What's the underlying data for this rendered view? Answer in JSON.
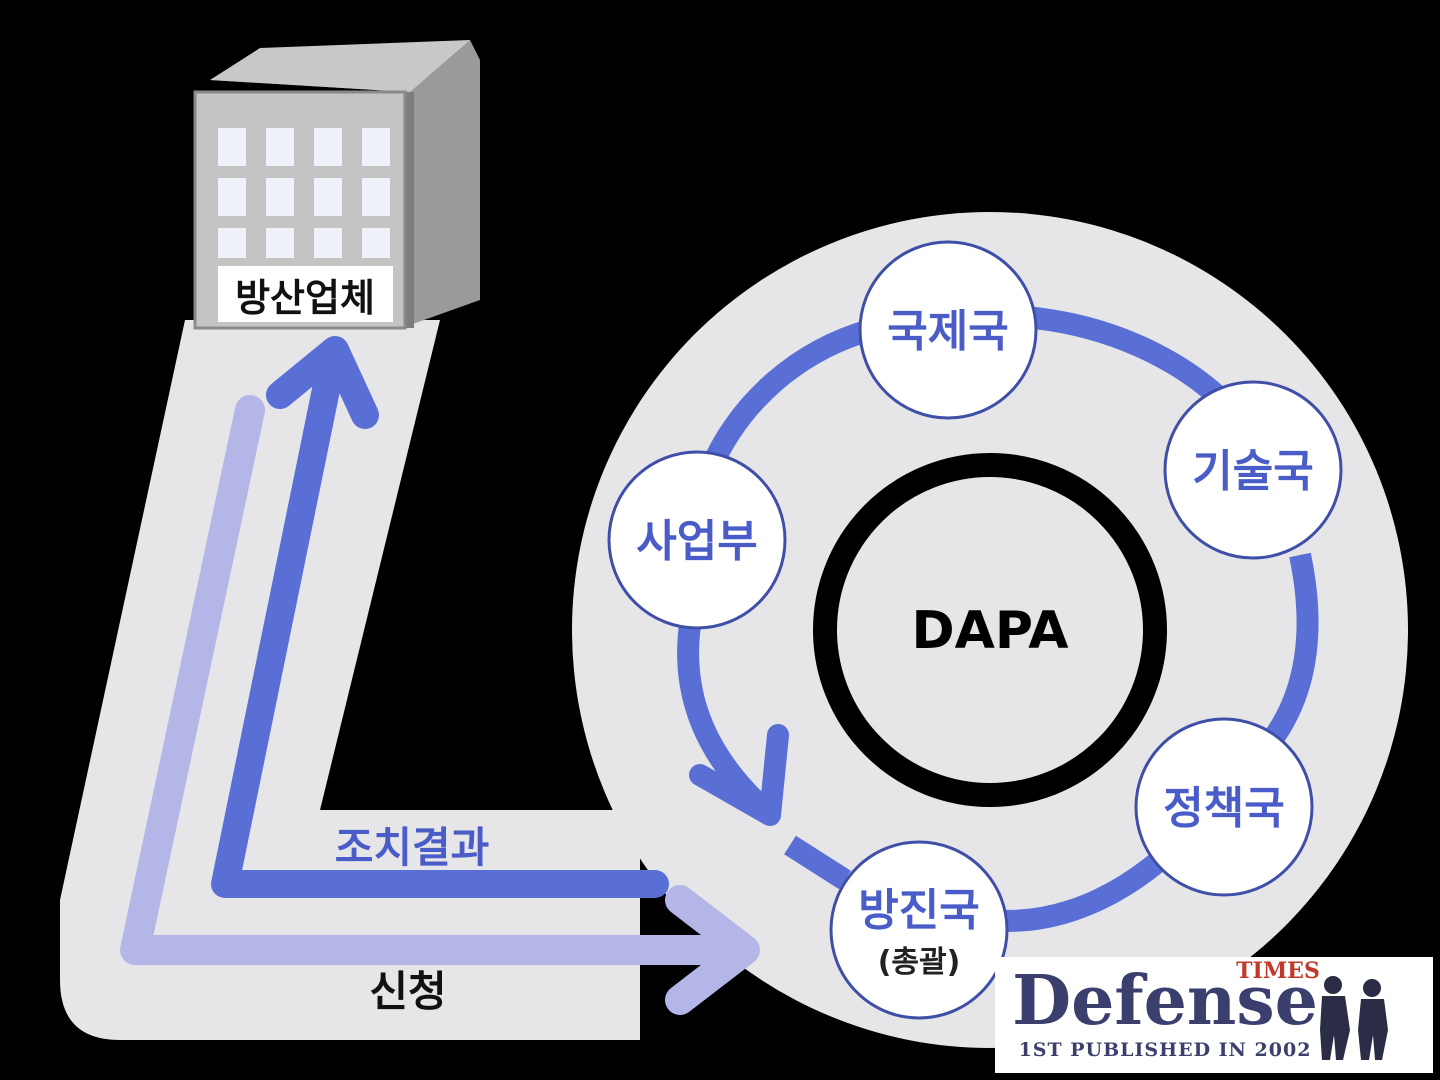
{
  "building": {
    "label": "방산업체"
  },
  "flows": {
    "result_label": "조치결과",
    "request_label": "신청"
  },
  "center": {
    "label": "DAPA"
  },
  "nodes": {
    "international": {
      "label": "국제국"
    },
    "technology": {
      "label": "기술국"
    },
    "policy": {
      "label": "정책국"
    },
    "promotion": {
      "label": "방진국",
      "sub": "(총괄)"
    },
    "business": {
      "label": "사업부"
    }
  },
  "logo": {
    "times": "TIMES",
    "main": "Defense",
    "sub": "1ST PUBLISHED IN 2002"
  },
  "colors": {
    "background": "#000000",
    "panel": "#e6e6e9",
    "ring_blue": "#5a6fd6",
    "light_arrow": "#b4b6e8",
    "node_fill": "#ffffff",
    "node_border": "#3f4fa8"
  }
}
